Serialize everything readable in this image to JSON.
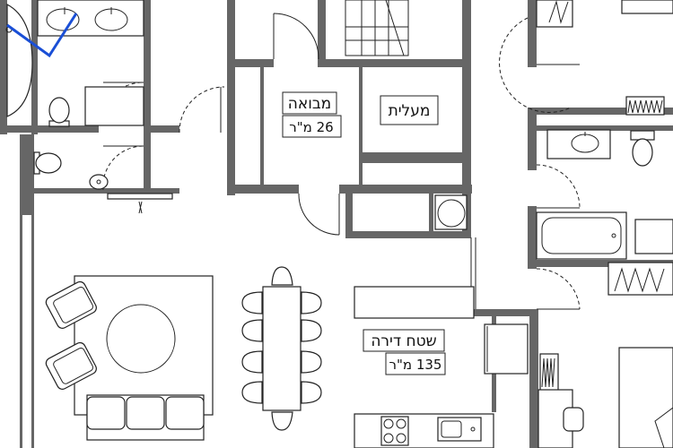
{
  "plan": {
    "rooms": {
      "entrance": {
        "name": "מבואה",
        "area": "26 מ\"ר"
      },
      "elevator": {
        "name": "מעלית"
      },
      "apartment": {
        "name": "שטח דירה",
        "area": "135 מ\"ר"
      }
    }
  },
  "colors": {
    "wall": "#666666",
    "line": "#222222",
    "accent": "#1a4fd6",
    "background": "#ffffff"
  }
}
